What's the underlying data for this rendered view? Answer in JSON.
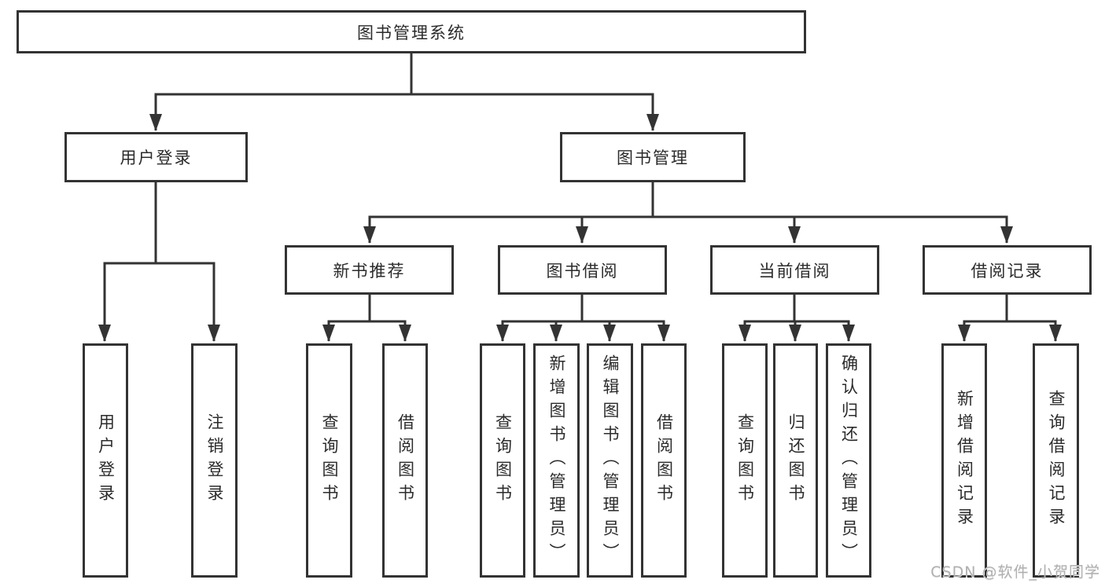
{
  "diagram": {
    "root": {
      "label": "图书管理系统"
    },
    "branches": [
      {
        "label": "用户登录",
        "children": [
          {
            "label": "用户登录"
          },
          {
            "label": "注销登录"
          }
        ]
      },
      {
        "label": "图书管理",
        "children": [
          {
            "label": "新书推荐",
            "children": [
              {
                "label": "查询图书"
              },
              {
                "label": "借阅图书"
              }
            ]
          },
          {
            "label": "图书借阅",
            "children": [
              {
                "label": "查询图书"
              },
              {
                "label": "新增图书（管理员）"
              },
              {
                "label": "编辑图书（管理员）"
              },
              {
                "label": "借阅图书"
              }
            ]
          },
          {
            "label": "当前借阅",
            "children": [
              {
                "label": "查询图书"
              },
              {
                "label": "归还图书"
              },
              {
                "label": "确认归还（管理员）"
              }
            ]
          },
          {
            "label": "借阅记录",
            "children": [
              {
                "label": "新增借阅记录"
              },
              {
                "label": "查询借阅记录"
              }
            ]
          }
        ]
      }
    ]
  },
  "watermark": {
    "text": "CSDN @软件_小贺同学"
  },
  "colors": {
    "line": "#333333",
    "box_background": "#ffffff",
    "watermark": "#b0b0b0"
  }
}
